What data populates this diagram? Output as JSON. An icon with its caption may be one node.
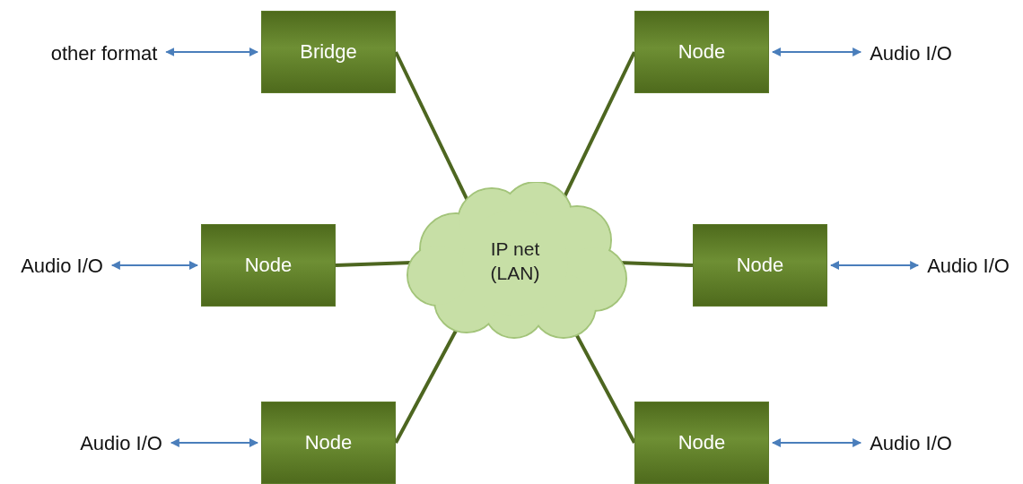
{
  "diagram": {
    "nodes": [
      {
        "text": [
          "other format"
        ]
      },
      {
        "text": [
          "Bridge"
        ]
      },
      {
        "text": [
          "Node"
        ]
      },
      {
        "text": [
          "Audio I/O"
        ]
      },
      {
        "text": [
          "Audio I/O"
        ]
      },
      {
        "text": [
          "Node"
        ]
      },
      {
        "text": [
          "IP net (LAN)"
        ]
      },
      {
        "text": [
          "Node"
        ]
      },
      {
        "text": [
          "Audio I/O"
        ]
      },
      {
        "text": [
          "Audio I/O"
        ]
      },
      {
        "text": [
          "Node"
        ]
      },
      {
        "text": [
          "Node"
        ]
      },
      {
        "text": [
          "Audio I/O"
        ]
      }
    ],
    "edges": [
      {
        "from": 0,
        "to": 1,
        "arrow": "both",
        "color": "#4a7ebb"
      },
      {
        "from": 2,
        "to": 3,
        "arrow": "both",
        "color": "#4a7ebb"
      },
      {
        "from": 4,
        "to": 5,
        "arrow": "both",
        "color": "#4a7ebb"
      },
      {
        "from": 7,
        "to": 8,
        "arrow": "both",
        "color": "#4a7ebb"
      },
      {
        "from": 9,
        "to": 10,
        "arrow": "both",
        "color": "#4a7ebb"
      },
      {
        "from": 11,
        "to": 12,
        "arrow": "both",
        "color": "#4a7ebb"
      },
      {
        "from": 1,
        "to": 6,
        "arrow": "none",
        "style": "thick",
        "color": "#4d6620"
      },
      {
        "from": 2,
        "to": 6,
        "arrow": "none",
        "style": "thick",
        "color": "#4d6620"
      },
      {
        "from": 5,
        "to": 6,
        "arrow": "none",
        "style": "thick",
        "color": "#4d6620"
      },
      {
        "from": 7,
        "to": 6,
        "arrow": "none",
        "style": "thick",
        "color": "#4d6620"
      },
      {
        "from": 10,
        "to": 6,
        "arrow": "none",
        "style": "thick",
        "color": "#4d6620"
      },
      {
        "from": 11,
        "to": 6,
        "arrow": "none",
        "style": "thick",
        "color": "#4d6620"
      }
    ]
  }
}
